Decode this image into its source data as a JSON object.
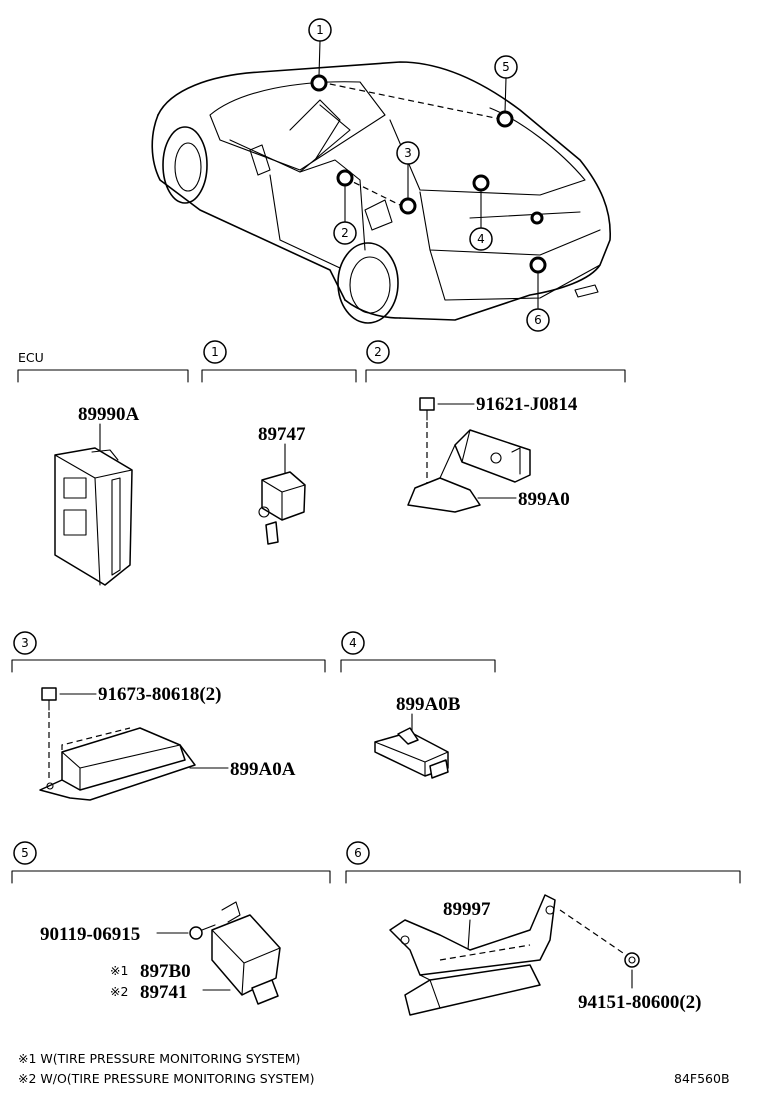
{
  "callouts": [
    "1",
    "2",
    "3",
    "4",
    "5",
    "6"
  ],
  "sections": {
    "ecu": {
      "label": "ECU",
      "part": "89990A"
    },
    "s1": {
      "label": "1",
      "part": "89747"
    },
    "s2": {
      "label": "2",
      "bolt": "91621-J0814",
      "part": "899A0"
    },
    "s3": {
      "label": "3",
      "bolt": "91673-80618(2)",
      "part": "899A0A"
    },
    "s4": {
      "label": "4",
      "part": "899A0B"
    },
    "s5": {
      "label": "5",
      "bolt": "90119-06915",
      "mark1": "※1",
      "part1": "897B0",
      "mark2": "※2",
      "part2": "89741"
    },
    "s6": {
      "label": "6",
      "part": "89997",
      "nut": "94151-80600(2)"
    }
  },
  "notes": [
    "※1 W(TIRE PRESSURE MONITORING SYSTEM)",
    "※2 W/O(TIRE PRESSURE MONITORING SYSTEM)"
  ],
  "code": "84F560B"
}
